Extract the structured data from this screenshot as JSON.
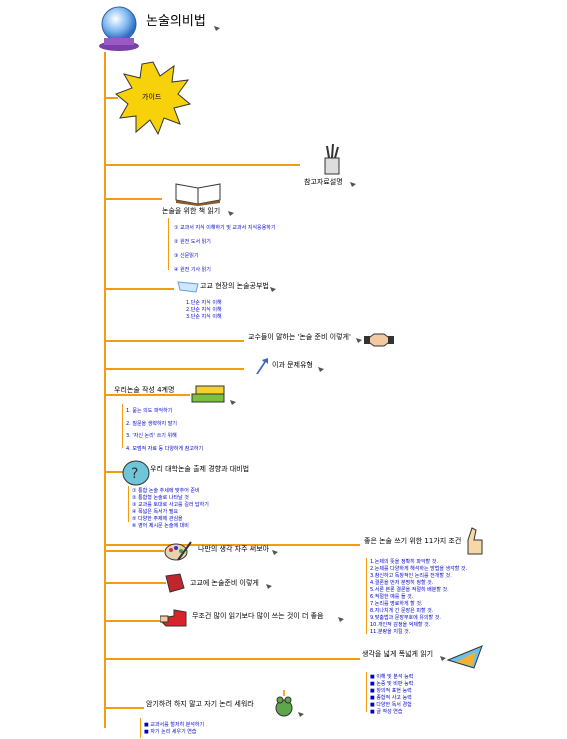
{
  "title": "논술의비법",
  "nodes": {
    "guide": "가이드",
    "reference": "참고자료설명",
    "prep": "논술을 위한 책 읽기",
    "prep_items": [
      "① 교과서 지식 이해하기 및 교과서 지식응용하기",
      "② 원전 도서 읽기",
      "③ 신문읽기",
      "④ 원전 기사 읽기"
    ],
    "highschool": "고교 현장의 논술공부법",
    "highschool_items": [
      "1.단순 지식 이해",
      "2.단순 지식 이해",
      "3.단순 지식 이해"
    ],
    "teachers": "교수들이 말하는 '논술 준비 이렇게'",
    "wrong": "이과 문제유형",
    "write_four": "우리논술 작성 4계명",
    "write_four_items": [
      "1. 묻는 의도 파악하기",
      "2. 질문을 생략하지 말기",
      "3. '자신 논리' 쓰기 위해",
      "4. 모범적 자료 등 다양하게 참고하기"
    ],
    "problems": "우리 대학논술 출제 경향과 대비법",
    "problems_items": [
      "① 통합 논술 추세에 맞추어 준비",
      "② 통합형 논술로 나타날 것",
      "③ 교과를 토대로 사고를 길러 답하기",
      "④ 폭넓은 독서가 필요",
      "⑤ 다양한 주제에 관심을",
      "⑥ 영어 제시문 논술에 대비"
    ],
    "thinking": "나만의 생각 자주 써보아",
    "practice": "고교에 논술준비 이렇게",
    "rather": "무조건 많이 읽기보다 많이 쓰는 것이 더 좋음",
    "good_conditions": "좋은 논술 쓰기 위한 11가지 조건",
    "conditions_items": [
      "1.논제의 뜻을 정확히 파악할 것.",
      "2.논제를 다양하게 해석하는 방법을 생각할 것.",
      "3.참신하고 독창적인 논리를 전개할 것.",
      "4.결론을 먼저 분명히 정할 것.",
      "5.서론 본론 결론을 적절히 배분할 것.",
      "6.적절한 예를 들 것.",
      "7.논리를 명료하게 할 것.",
      "8.지나치게 긴 문장은 피할 것.",
      "9.맞춤법과 문장부호에 유의할 것.",
      "10.개인적 감정을 억제할 것.",
      "11.분량을 지킬 것."
    ],
    "think_expand": "생각을 넓게 폭넓게 읽기",
    "expand_items": [
      "■ 이해 및 분석 능력",
      "■ 논증 및 비판 능력",
      "■ 창의적 표현 능력",
      "■ 종합적 사고 능력",
      "■ 다양한 독서 경험",
      "■ 글 작성 연습"
    ],
    "memorize": "암기하려 하지 말고 자기 논리 세워라",
    "memorize_items": [
      "■ 교과서를 철저히 분석하기",
      "■ 자기 논리 세우기 연습"
    ]
  }
}
